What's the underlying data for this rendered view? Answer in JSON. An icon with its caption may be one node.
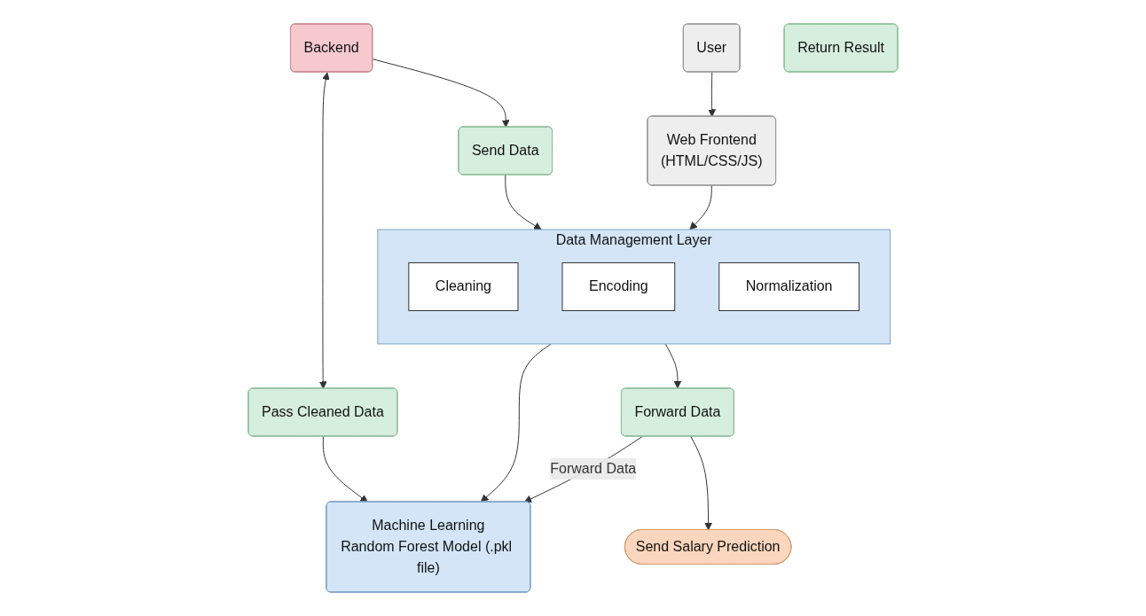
{
  "diagram": {
    "nodes": [
      {
        "text": [
          "User"
        ]
      },
      {
        "text": [
          "Backend"
        ]
      },
      {
        "text": [
          "Pass Cleaned Data"
        ]
      },
      {
        "text": [
          "Send Data"
        ]
      },
      {
        "text": [
          "Web Frontend",
          "(HTML/CSS/JS)"
        ]
      },
      {
        "text": [
          "Data Management Layer"
        ]
      },
      {
        "text": [
          "Cleaning"
        ],
        "in": 5
      },
      {
        "text": [
          "Encoding"
        ],
        "in": 5
      },
      {
        "text": [
          "Normalization"
        ],
        "in": 5
      },
      {
        "text": [
          "Machine Learning",
          "Random Forest Model (.pkl file)"
        ]
      },
      {
        "text": [
          "Forward Data"
        ]
      },
      {
        "text": [
          "Send Salary Prediction"
        ]
      },
      {
        "text": [
          "Return Result"
        ]
      }
    ],
    "edges": [
      {
        "from": 0,
        "to": 4,
        "arrow": "to"
      },
      {
        "from": 1,
        "to": 2,
        "arrow": "both"
      },
      {
        "from": 1,
        "to": 3,
        "arrow": "to"
      },
      {
        "from": 3,
        "to": 5,
        "arrow": "to"
      },
      {
        "from": 4,
        "to": 5,
        "arrow": "to"
      },
      {
        "from": 5,
        "to": 9,
        "arrow": "to"
      },
      {
        "from": 2,
        "to": 9,
        "arrow": "to"
      },
      {
        "from": 5,
        "to": 10,
        "arrow": "to"
      },
      {
        "from": 10,
        "to": 9,
        "label": "Forward Data",
        "arrow": "to"
      },
      {
        "from": 10,
        "to": 11,
        "arrow": "to"
      }
    ]
  }
}
